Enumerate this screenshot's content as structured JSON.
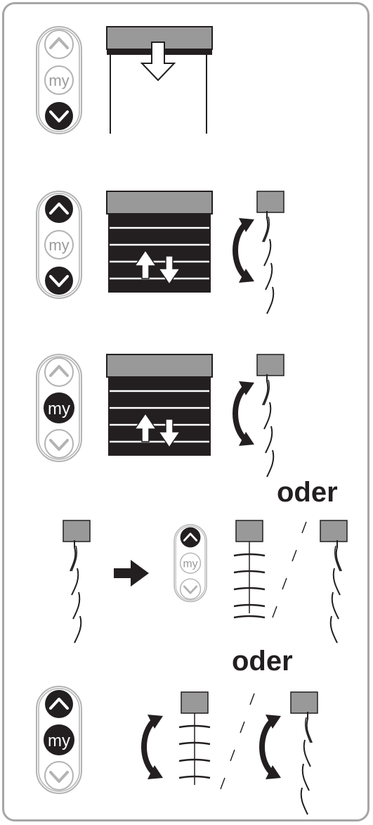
{
  "remote": {
    "my_label": "my"
  },
  "steps": [
    {
      "remote_active": [
        "down"
      ],
      "scene": "blind-lowering"
    },
    {
      "remote_active": [
        "up",
        "down"
      ],
      "scene": "blind-tilt"
    },
    {
      "remote_active": [
        "my"
      ],
      "scene": "blind-tilt"
    },
    {
      "remote_active": [
        "up"
      ],
      "scene": "slat-orientation-change"
    },
    {
      "remote_active": [
        "up",
        "my"
      ],
      "scene": "slat-tilt-options"
    }
  ],
  "labels": {
    "or_1": "oder",
    "or_2": "oder"
  },
  "colors": {
    "dark": "#231f20",
    "head_rail": "#999999",
    "remote_outline": "#b3b3b3",
    "frame": "#a6a6a6"
  }
}
